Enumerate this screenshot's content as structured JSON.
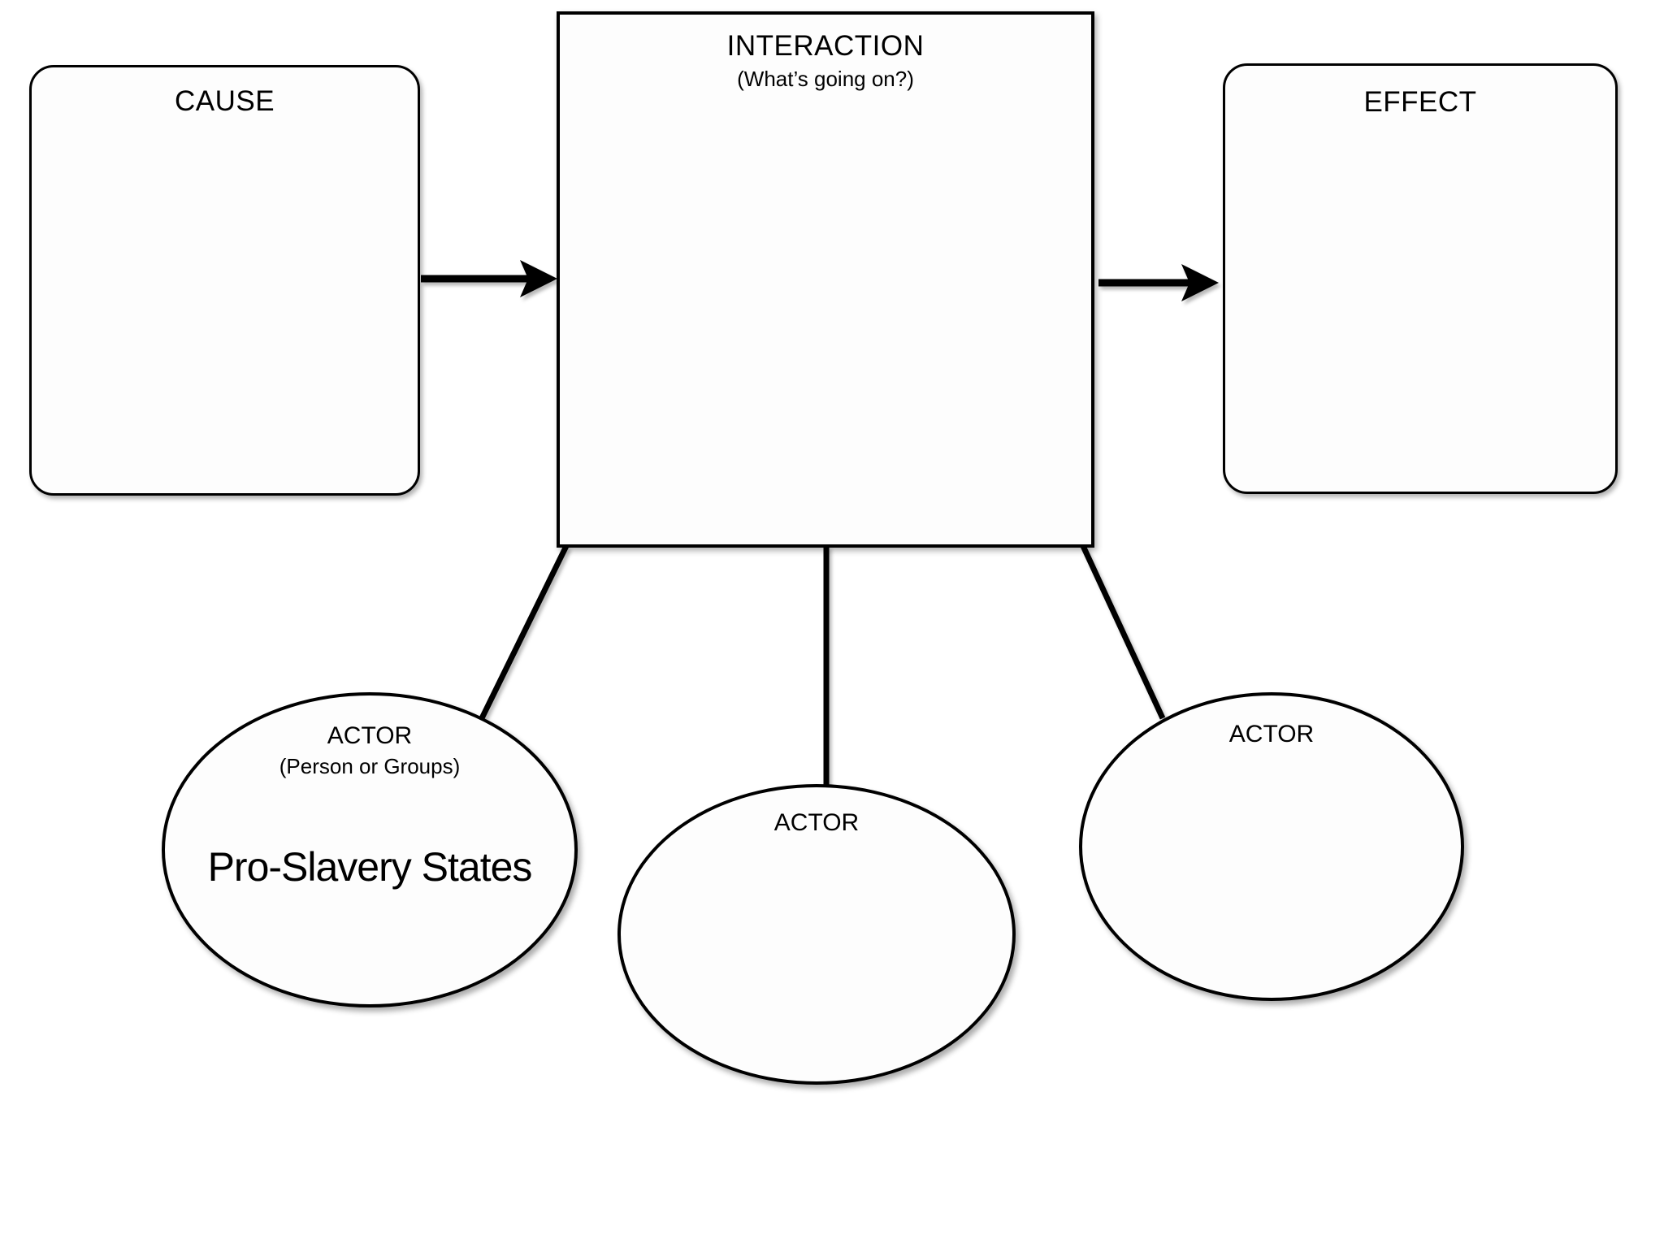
{
  "diagram": {
    "colors": {
      "stroke": "#000000",
      "shape_fill": "#fdfdfd",
      "background": "#ffffff"
    },
    "cause_box": {
      "title": "CAUSE"
    },
    "interaction_box": {
      "title": "INTERACTION",
      "subtitle": "(What’s going on?)"
    },
    "effect_box": {
      "title": "EFFECT"
    },
    "actor_left": {
      "title": "ACTOR",
      "subtitle": "(Person or Groups)",
      "entry": "Pro-Slavery States"
    },
    "actor_middle": {
      "title": "ACTOR",
      "entry": ""
    },
    "actor_right": {
      "title": "ACTOR",
      "entry": ""
    }
  }
}
